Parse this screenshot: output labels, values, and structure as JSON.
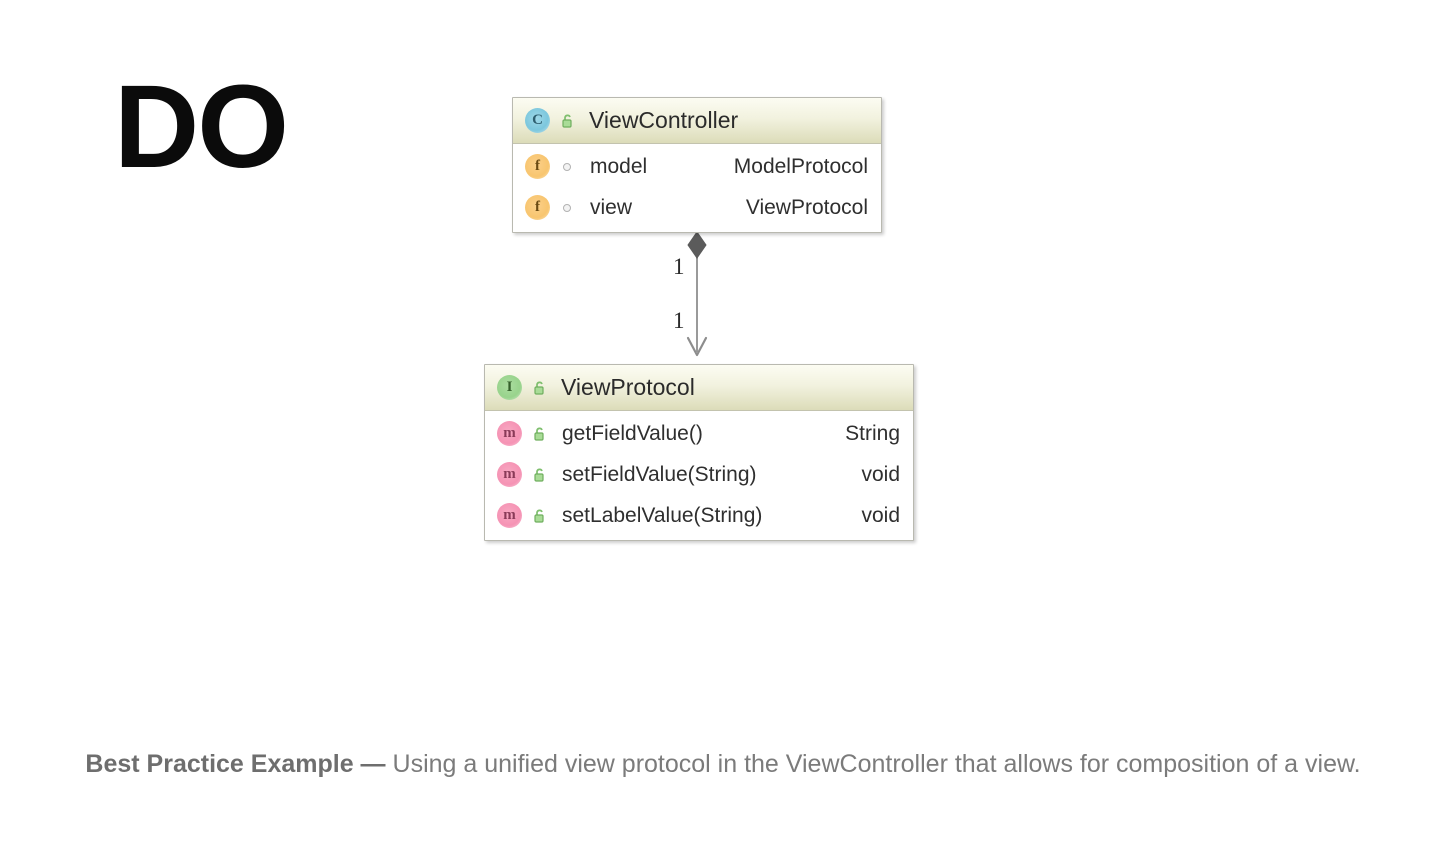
{
  "heading": {
    "label": "DO"
  },
  "diagram": {
    "type": "uml-class-diagram",
    "classes": [
      {
        "id": "view-controller",
        "name": "ViewController",
        "stereotype_icon": "class-badge-icon",
        "stereotype_letter": "C",
        "visibility_icon": "green-padlock-icon",
        "members": [
          {
            "kind": "field",
            "kind_letter": "f",
            "visibility_icon": "grey-circle-icon",
            "name": "model",
            "type": "ModelProtocol"
          },
          {
            "kind": "field",
            "kind_letter": "f",
            "visibility_icon": "grey-circle-icon",
            "name": "view",
            "type": "ViewProtocol"
          }
        ]
      },
      {
        "id": "view-protocol",
        "name": "ViewProtocol",
        "stereotype_icon": "interface-badge-icon",
        "stereotype_letter": "I",
        "visibility_icon": "green-padlock-icon",
        "members": [
          {
            "kind": "method",
            "kind_letter": "m",
            "visibility_icon": "green-padlock-icon",
            "name": "getFieldValue()",
            "type": "String"
          },
          {
            "kind": "method",
            "kind_letter": "m",
            "visibility_icon": "green-padlock-icon",
            "name": "setFieldValue(String)",
            "type": "void"
          },
          {
            "kind": "method",
            "kind_letter": "m",
            "visibility_icon": "green-padlock-icon",
            "name": "setLabelValue(String)",
            "type": "void"
          }
        ]
      }
    ],
    "relationship": {
      "kind": "composition",
      "source": "ViewController",
      "target": "ViewProtocol",
      "source_multiplicity": "1",
      "target_multiplicity": "1",
      "source_decoration": "filled-diamond",
      "target_decoration": "open-arrow"
    }
  },
  "caption": {
    "lead": "Best Practice Example —",
    "body": " Using a unified view protocol in the ViewController that allows for composition of a view."
  },
  "colors": {
    "header_gradient_top": "#fcfcf2",
    "header_gradient_bottom": "#dcdcb9",
    "box_border": "#b9b9b0",
    "text": "#2f2f2f",
    "caption_text": "#7b7b7b",
    "class_badge": "#7cc7dd",
    "field_badge": "#f8c56f",
    "interface_badge": "#98d38c",
    "method_badge": "#f593b4",
    "connector": "#808080"
  }
}
